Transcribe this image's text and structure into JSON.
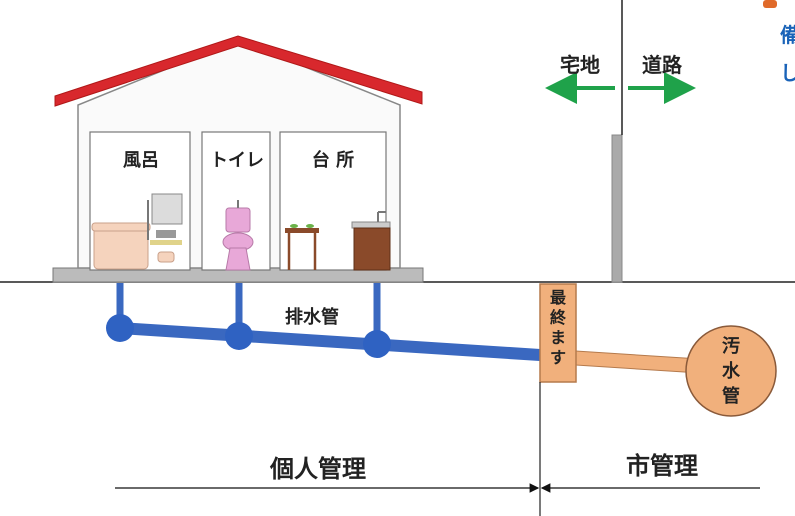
{
  "rooms": {
    "bath": "風呂",
    "toilet": "トイレ",
    "kitchen": "台 所"
  },
  "boundary": {
    "left": "宅地",
    "right": "道路"
  },
  "pipes": {
    "drain": "排水管",
    "final_basin": [
      "最",
      "終",
      "ま",
      "す"
    ],
    "sewer": [
      "汚",
      "水",
      "管"
    ]
  },
  "responsibility": {
    "private": "個人管理",
    "city": "市管理"
  },
  "partial_text": [
    "備",
    "し"
  ],
  "colors": {
    "roof": "#d8282d",
    "drain_pipe": "#3a68c0",
    "sewer_pipe": "#f1b07c",
    "boundary_arrow": "#1fa24a",
    "partial_text": "#1a63b8"
  }
}
